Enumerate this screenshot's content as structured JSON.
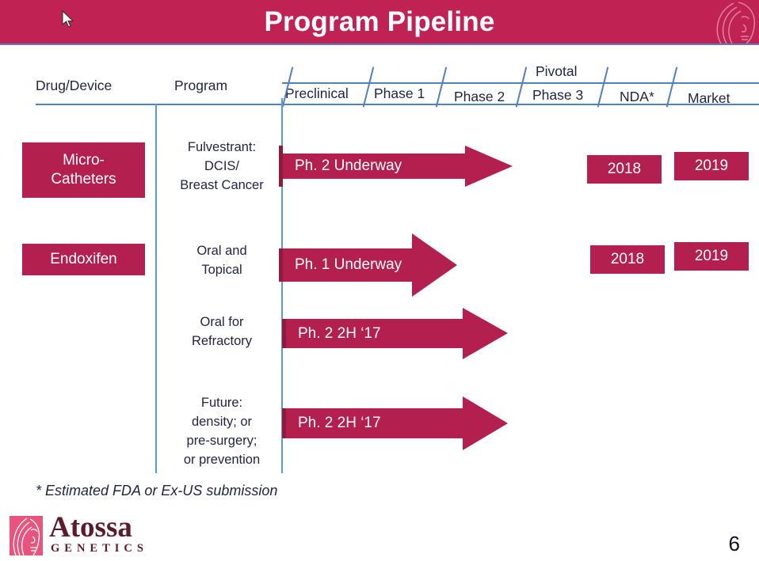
{
  "slide": {
    "title": "Program Pipeline",
    "page_number": "6",
    "footnote": "* Estimated FDA or Ex-US submission",
    "colors": {
      "header_band": "#C02254",
      "crimson": "#B31F4F",
      "crimson_dark": "#8E1A3E",
      "rule_blue": "#4F81BD",
      "divider_blue": "#5B9BD5",
      "brand_pink": "#E8547C",
      "brand_maroon": "#5C1A2B"
    },
    "header_logo_icon": "woman-profile-icon",
    "cursor_icon": "mouse-pointer-icon"
  },
  "brand": {
    "name": "Atossa",
    "subtitle": "GENETICS",
    "mark_icon": "atossa-face-logo-icon"
  },
  "table": {
    "headers": [
      {
        "label": "Drug/Device"
      },
      {
        "label": "Program"
      },
      {
        "label": "Preclinical"
      },
      {
        "label": "Phase 1"
      },
      {
        "label": "Phase 2"
      },
      {
        "label": "Phase 3",
        "super_label": "Pivotal"
      },
      {
        "label": "NDA*"
      },
      {
        "label": "Market"
      }
    ],
    "rows": [
      {
        "drug": "Micro-\nCatheters",
        "drug_line1": "Micro-",
        "drug_line2": "Catheters",
        "program": "Fulvestrant:\nDCIS/\nBreast Cancer",
        "program_line1": "Fulvestrant:",
        "program_line2": "DCIS/",
        "program_line3": "Breast Cancer",
        "arrow_label": "Ph. 2 Underway",
        "milestones": [
          {
            "label": "2018"
          },
          {
            "label": "2019"
          }
        ]
      },
      {
        "drug": "Endoxifen",
        "drug_line1": "Endoxifen",
        "program": "Oral and\nTopical",
        "program_line1": "Oral and",
        "program_line2": "Topical",
        "arrow_label": "Ph. 1 Underway",
        "milestones": [
          {
            "label": "2018"
          },
          {
            "label": "2019"
          }
        ]
      },
      {
        "drug": "",
        "program": "Oral for\nRefractory",
        "program_line1": "Oral for",
        "program_line2": "Refractory",
        "arrow_label": "Ph. 2 2H ‘17",
        "milestones": []
      },
      {
        "drug": "",
        "program": "Future:\ndensity; or\npre-surgery;\nor prevention",
        "program_line1": "Future:",
        "program_line2": "density; or",
        "program_line3": "pre-surgery;",
        "program_line4": "or prevention",
        "arrow_label": "Ph. 2 2H ‘17",
        "milestones": []
      }
    ]
  }
}
